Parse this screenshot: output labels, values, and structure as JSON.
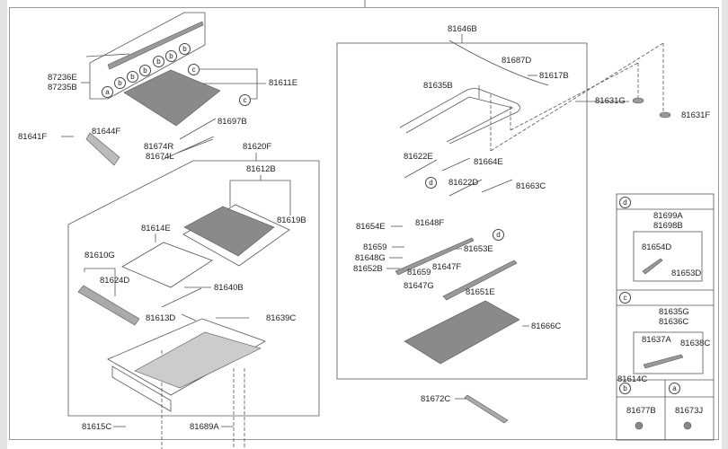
{
  "left_parts": {
    "p87236E": "87236E",
    "p87235B": "87235B",
    "p81611E": "81611E",
    "p81697B": "81697B",
    "p81641F": "81641F",
    "p81644F": "81644F",
    "p81674R": "81674R",
    "p81674L": "81674L",
    "p81620F": "81620F",
    "p81612B": "81612B",
    "p81619B": "81619B",
    "p81614E": "81614E",
    "p81610G": "81610G",
    "p81624D": "81624D",
    "p81640B": "81640B",
    "p81613D": "81613D",
    "p81639C": "81639C",
    "p81615C": "81615C",
    "p81689A": "81689A"
  },
  "right_parts": {
    "p81646B": "81646B",
    "p81687D": "81687D",
    "p81617B": "81617B",
    "p81635B": "81635B",
    "p81631G": "81631G",
    "p81631F": "81631F",
    "p81622E": "81622E",
    "p81664E": "81664E",
    "p81622D": "81622D",
    "p81663C": "81663C",
    "p81654E": "81654E",
    "p81648F": "81648F",
    "p81659a": "81659",
    "p81648G": "81648G",
    "p81652B": "81652B",
    "p81653E": "81653E",
    "p81647F": "81647F",
    "p81659b": "81659",
    "p81647G": "81647G",
    "p81651E": "81651E",
    "p81666C": "81666C",
    "p81672C": "81672C"
  },
  "inset": {
    "d_header": "d",
    "p81699A": "81699A",
    "p81698B": "81698B",
    "p81654D": "81654D",
    "p81653D": "81653D",
    "c_header": "c",
    "p81635G": "81635G",
    "p81636C": "81636C",
    "p81637A": "81637A",
    "p81638C": "81638C",
    "p81614C": "81614C",
    "b_header": "b",
    "p81677B": "81677B",
    "a_header": "a",
    "p81673J": "81673J"
  },
  "callouts": {
    "a": "a",
    "b": "b",
    "c": "c",
    "d": "d"
  }
}
